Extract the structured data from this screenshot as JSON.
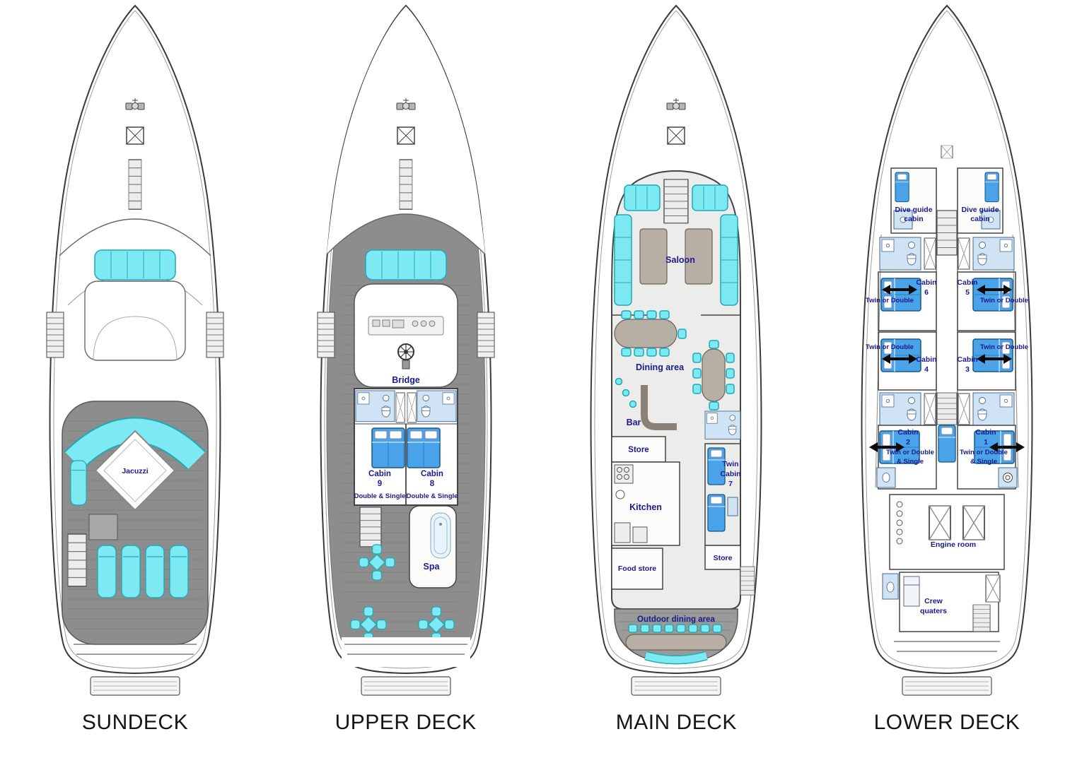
{
  "page": {
    "background": "#ffffff"
  },
  "colors": {
    "hull_line": "#3a3a3a",
    "furniture_cyan": "#7de9f2",
    "furniture_cyan_border": "#1fa9b8",
    "bed_blue": "#4aa3e8",
    "bed_blue_border": "#155a8a",
    "bathroom_blue": "#cfe3f5",
    "deck_teak_gray": "#8d8d8d",
    "interior_gray": "#ececea",
    "table_tan": "#b7afa4",
    "label_navy": "#1a1a8f",
    "deck_name_black": "#151515"
  },
  "decks": [
    {
      "name": "SUNDECK",
      "labels": {
        "jacuzzi": "Jacuzzi"
      }
    },
    {
      "name": "UPPER DECK",
      "labels": {
        "bridge": "Bridge",
        "cabin9_line1": "Cabin",
        "cabin9_line2": "9",
        "cabin9_type": "Double & Single",
        "cabin8_line1": "Cabin",
        "cabin8_line2": "8",
        "cabin8_type": "Double & Single",
        "spa": "Spa"
      }
    },
    {
      "name": "MAIN DECK",
      "labels": {
        "saloon": "Saloon",
        "dining_area": "Dining area",
        "bar": "Bar",
        "store_mid": "Store",
        "kitchen": "Kitchen",
        "food_store": "Food store",
        "cabin7_line1": "Twin",
        "cabin7_line2": "Cabin",
        "cabin7_line3": "7",
        "store_aft": "Store",
        "outdoor_dining": "Outdoor dining area"
      }
    },
    {
      "name": "LOWER DECK",
      "labels": {
        "dive_port_line1": "Dive guide",
        "dive_port_line2": "cabin",
        "dive_stbd_line1": "Dive guide",
        "dive_stbd_line2": "cabin",
        "cabin6_line1": "Cabin",
        "cabin6_line2": "6",
        "cabin6_type": "Twin or Double",
        "cabin5_line1": "Cabin",
        "cabin5_line2": "5",
        "cabin5_type": "Twin or Double",
        "cabin4_line1": "Cabin",
        "cabin4_line2": "4",
        "cabin4_type": "Twin or Double",
        "cabin3_line1": "Cabin",
        "cabin3_line2": "3",
        "cabin3_type": "Twin or Double",
        "cabin2_line1": "Cabin",
        "cabin2_line2": "2",
        "cabin2_type_line1": "Twin or Double",
        "cabin2_type_line2": "& Single",
        "cabin1_line1": "Cabin",
        "cabin1_line2": "1",
        "cabin1_type_line1": "Twin or Double",
        "cabin1_type_line2": "& Single",
        "engine_room": "Engine room",
        "crew_line1": "Crew",
        "crew_line2": "quaters"
      }
    }
  ]
}
